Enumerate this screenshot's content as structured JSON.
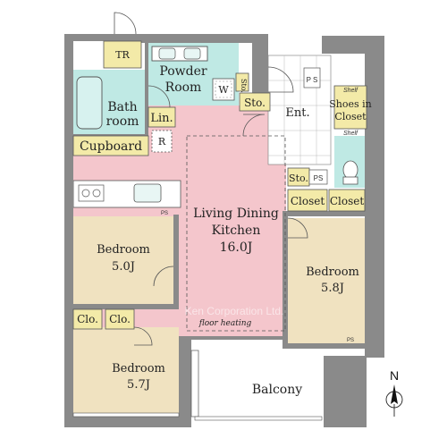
{
  "rooms": {
    "tr": "TR",
    "powder_room_1": "Powder",
    "powder_room_2": "Room",
    "bathroom_1": "Bath",
    "bathroom_2": "room",
    "linen": "Lin.",
    "washer": "W",
    "storage_hall": "Sto.",
    "storage_small": "Sto.",
    "refrigerator": "R",
    "cupboard": "Cupboard",
    "entrance": "Ent.",
    "shoes_closet_1": "Shoes in",
    "shoes_closet_2": "Closet",
    "shelf_top": "Shelf",
    "shelf_bottom": "Shelf",
    "ps_top": "P\nS",
    "ps_entry": "PS",
    "ps_bed1": "PS",
    "ps_bed3": "PS",
    "closet_left": "Closet",
    "closet_right": "Closet",
    "ldk_1": "Living Dining",
    "ldk_2": "Kitchen",
    "ldk_3": "16.0J",
    "floor_heating": "floor heating",
    "bedroom1_1": "Bedroom",
    "bedroom1_2": "5.0J",
    "bedroom2_1": "Bedroom",
    "bedroom2_2": "5.8J",
    "bedroom3_1": "Bedroom",
    "bedroom3_2": "5.7J",
    "clo_1": "Clo.",
    "clo_2": "Clo.",
    "balcony": "Balcony"
  },
  "watermark": "Ken Corporation Ltd.",
  "compass": {
    "label": "N"
  },
  "colors": {
    "wall": "#8a8a8a",
    "ldk": "#f4c6cc",
    "bedroom": "#f0e2c0",
    "wet": "#bfe9e4",
    "label_bg": "#f3eaa8",
    "floor_tile": "#ffffff"
  }
}
